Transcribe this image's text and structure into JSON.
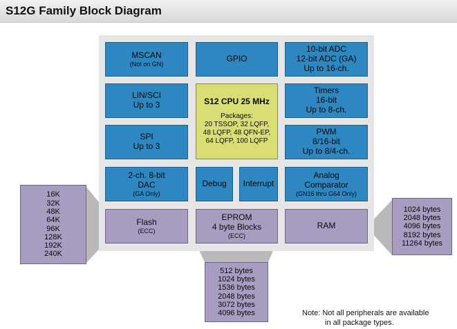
{
  "title": "S12G Family Block Diagram",
  "blocks": {
    "mscan": {
      "label": "MSCAN",
      "sub": "(Not on GN)"
    },
    "gpio": {
      "label": "GPIO"
    },
    "adc": {
      "lines": [
        "10-bit ADC",
        "12-bit ADC (GA)",
        "Up to 16-ch."
      ]
    },
    "linsci": {
      "lines": [
        "LIN/SCI",
        "Up to 3"
      ]
    },
    "cpu": {
      "label": "S12 CPU 25 MHz",
      "pkg_lines": [
        "Packages:",
        "20 TSSOP, 32 LQFP,",
        "48 LQFP, 48 QFN-EP,",
        "64 LQFP, 100 LQFP"
      ]
    },
    "timers": {
      "lines": [
        "Timers",
        "16-bit",
        "Up to 8-ch."
      ]
    },
    "spi": {
      "lines": [
        "SPI",
        "Up to 3"
      ]
    },
    "pwm": {
      "lines": [
        "PWM",
        "8/16-bit",
        "Up to 8/4-ch."
      ]
    },
    "dac": {
      "lines": [
        "2-ch. 8-bit",
        "DAC"
      ],
      "sub": "(GA Only)"
    },
    "debug": {
      "label": "Debug"
    },
    "interrupt": {
      "label": "Interrupt"
    },
    "comparator": {
      "lines": [
        "Analog",
        "Comparator"
      ],
      "sub": "(GN16 thru G64 Only)"
    },
    "flash": {
      "label": "Flash",
      "sub": "(ECC)"
    },
    "eprom": {
      "lines": [
        "EPROM",
        "4 byte Blocks"
      ],
      "sub": "(ECC)"
    },
    "ram": {
      "label": "RAM"
    }
  },
  "flash_sizes": [
    "16K",
    "32K",
    "48K",
    "64K",
    "96K",
    "128K",
    "192K",
    "240K"
  ],
  "eprom_sizes": [
    "512 bytes",
    "1024 bytes",
    "1536 bytes",
    "2048 bytes",
    "3072 bytes",
    "4096 bytes"
  ],
  "ram_sizes": [
    "1024 bytes",
    "2048 bytes",
    "4096 bytes",
    "8192 bytes",
    "11264 bytes"
  ],
  "note": [
    "Note: Not all peripherals are available",
    "in all package types."
  ],
  "colors": {
    "peripheral": "#2e87c0",
    "memory": "#a89cc0",
    "cpu": "#d8de73",
    "panel": "#e6e6e6"
  }
}
